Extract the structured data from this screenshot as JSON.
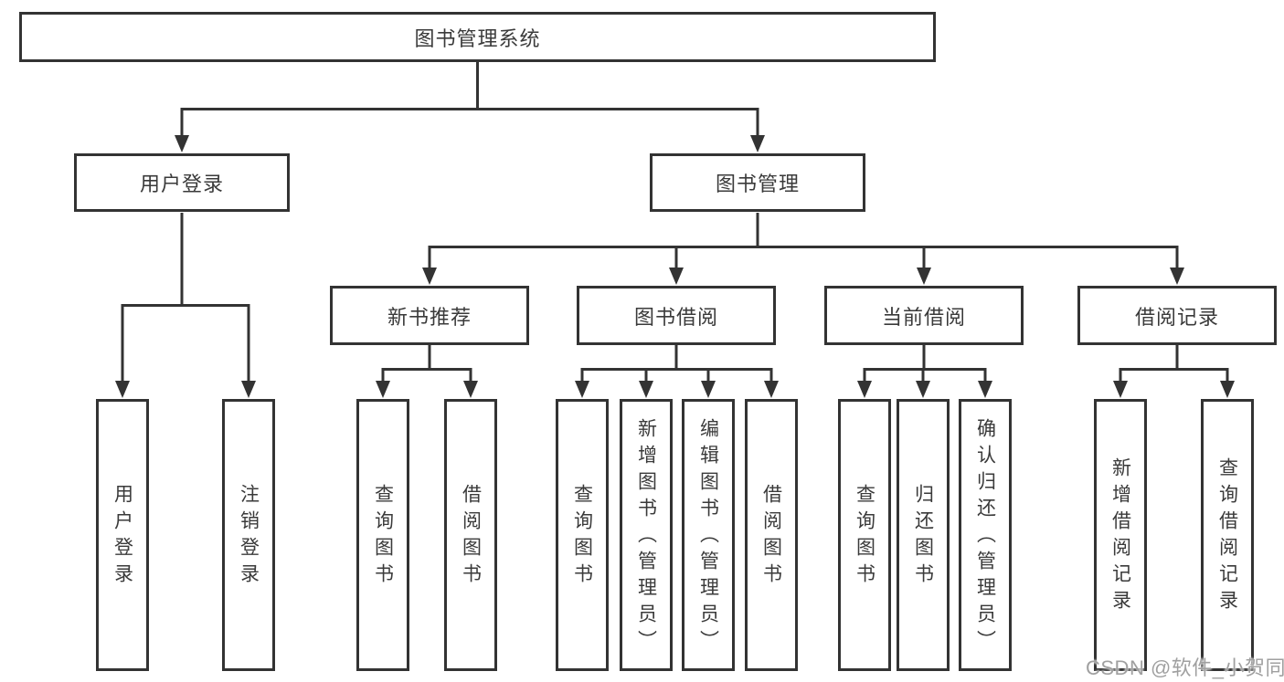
{
  "diagram_type": "hierarchy-tree",
  "nodes": {
    "root": "图书管理系统",
    "level2": {
      "user_login": "用户登录",
      "book_mgmt": "图书管理"
    },
    "level3": {
      "new_books": "新书推荐",
      "book_borrow": "图书借阅",
      "current_borrow": "当前借阅",
      "borrow_records": "借阅记录"
    },
    "leaves": {
      "login": [
        "用户登录",
        "注销登录"
      ],
      "recommend": [
        "查询图书",
        "借阅图书"
      ],
      "borrow": [
        "查询图书",
        "新增图书（管理员）",
        "编辑图书（管理员）",
        "借阅图书"
      ],
      "current": [
        "查询图书",
        "归还图书",
        "确认归还（管理员）"
      ],
      "records": [
        "新增借阅记录",
        "查询借阅记录"
      ]
    }
  },
  "watermark": "CSDN @软件_小贺同学",
  "colors": {
    "line": "#333333",
    "text": "#3a3a3a",
    "watermark": "#a0a0a0",
    "background": "#ffffff"
  }
}
